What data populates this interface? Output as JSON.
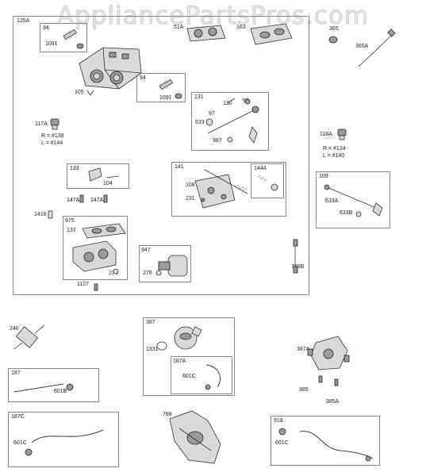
{
  "watermark": "AppliancePartsPros.com",
  "groups": {
    "g125A": "125A",
    "g94a": "94",
    "g94b": "94",
    "g131": "131",
    "g133": "133",
    "g141": "141",
    "g1444": "1444",
    "g975": "975",
    "g947": "947",
    "g109": "109",
    "g387": "387",
    "g187A": "187A",
    "g187": "187",
    "g187C": "187C",
    "g918": "918"
  },
  "labels": {
    "l1091a": "1091",
    "l51A": "51A",
    "l163": "163",
    "l365": "365",
    "l365A": "365A",
    "l105": "105",
    "l1091b": "1091",
    "l130": "130",
    "l95": "95",
    "l97": "97",
    "l633": "633",
    "l987": "987",
    "l117A": "117A",
    "l117R": "R = #138",
    "l117L": "L = #144",
    "l118A": "118A",
    "l118R": "R = #134",
    "l118L": "L = #140",
    "l104": "104",
    "l108": "108",
    "l231": "231",
    "l147Aa": "147A",
    "l147Ab": "147A",
    "l633A": "633A",
    "l633B": "633B",
    "l1416": "1416",
    "l137": "137",
    "l276a": "276",
    "l276b": "276",
    "l789B": "789B",
    "l1127": "1127",
    "l240": "240",
    "l1331": "1331",
    "l387A": "387A",
    "l601Ca": "601C",
    "l601B": "601B",
    "l385": "385",
    "l385A": "385A",
    "l601Cb": "601C",
    "l788": "788",
    "l601Cc": "601C"
  }
}
